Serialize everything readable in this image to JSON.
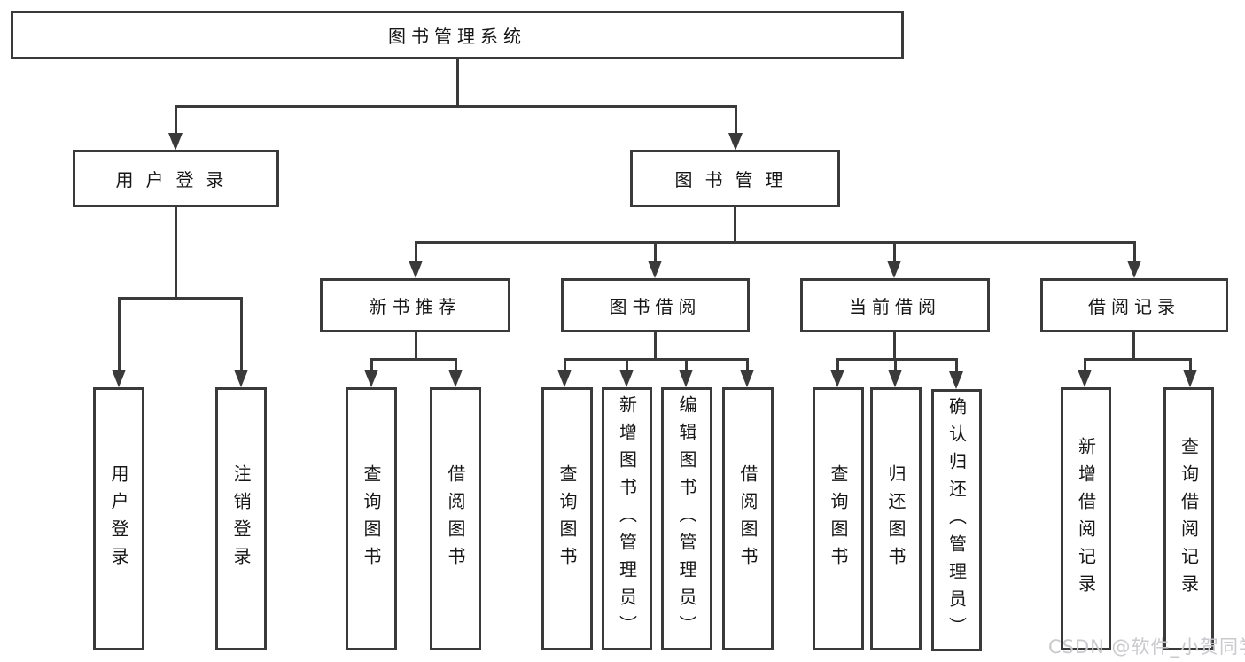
{
  "tree": {
    "label": "图书管理系统",
    "children": [
      {
        "label": "用户登录",
        "children": [
          {
            "label": "用户登录"
          },
          {
            "label": "注销登录"
          }
        ]
      },
      {
        "label": "图书管理",
        "children": [
          {
            "label": "新书推荐",
            "children": [
              {
                "label": "查询图书"
              },
              {
                "label": "借阅图书"
              }
            ]
          },
          {
            "label": "图书借阅",
            "children": [
              {
                "label": "查询图书"
              },
              {
                "label": "新增图书（管理员）"
              },
              {
                "label": "编辑图书（管理员）"
              },
              {
                "label": "借阅图书"
              }
            ]
          },
          {
            "label": "当前借阅",
            "children": [
              {
                "label": "查询图书"
              },
              {
                "label": "归还图书"
              },
              {
                "label": "确认归还（管理员）"
              }
            ]
          },
          {
            "label": "借阅记录",
            "children": [
              {
                "label": "新增借阅记录"
              },
              {
                "label": "查询借阅记录"
              }
            ]
          }
        ]
      }
    ]
  },
  "watermark": "CSDN @软件_小贺同学",
  "colors": {
    "line": "#3a3a3a",
    "text": "#161616",
    "watermark": "#c9c9ce",
    "background": "#ffffff"
  }
}
